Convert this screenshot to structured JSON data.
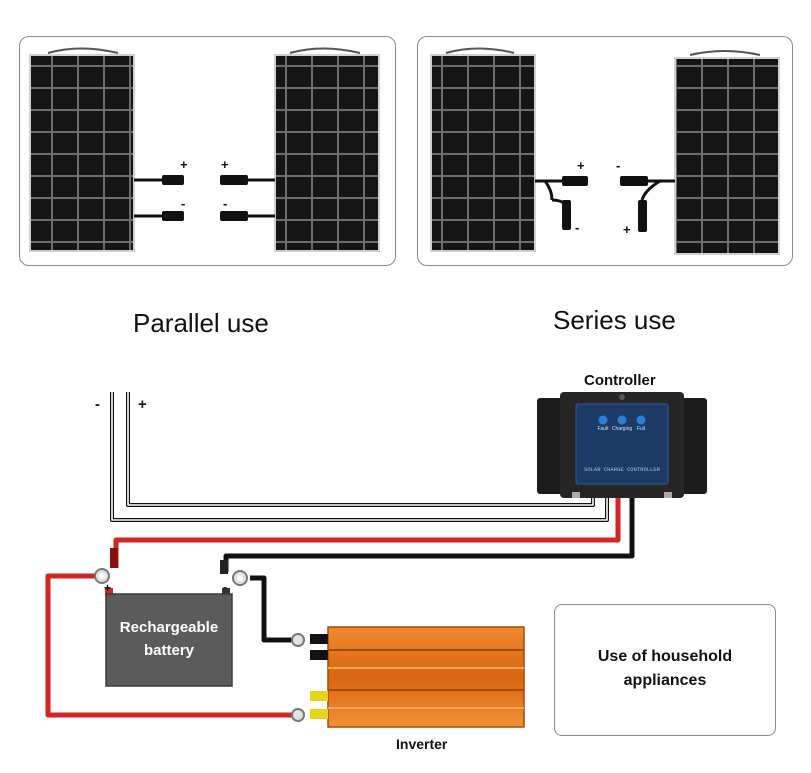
{
  "parallel": {
    "title": "Parallel use",
    "plus_a": "+",
    "minus_a": "-",
    "plus_b": "+",
    "minus_b": "-"
  },
  "series": {
    "title": "Series use",
    "plus_a": "+",
    "minus_a": "-",
    "minus_b": "-",
    "plus_b": "+"
  },
  "wiring": {
    "panel_minus": "-",
    "panel_plus": "+",
    "controller_label": "Controller",
    "controller_leds": [
      "Fault",
      "Charging",
      "Full"
    ],
    "controller_text": "SOLAR CHARGE CONTROLLER",
    "battery_plus": "+",
    "battery_minus": "-",
    "battery_line1": "Rechargeable",
    "battery_line2": "battery",
    "inverter_label": "Inverter",
    "appliances_line1": "Use of household",
    "appliances_line2": "appliances"
  },
  "colors": {
    "panel": "#151515",
    "cell_line": "#6d6d6d",
    "red_wire": "#d42424",
    "battery": "#5b5b5b",
    "inverter": "#e8751a",
    "controller": "#1c1c1c",
    "controller_panel": "#1c3b66",
    "led": "#2a7fd4"
  }
}
